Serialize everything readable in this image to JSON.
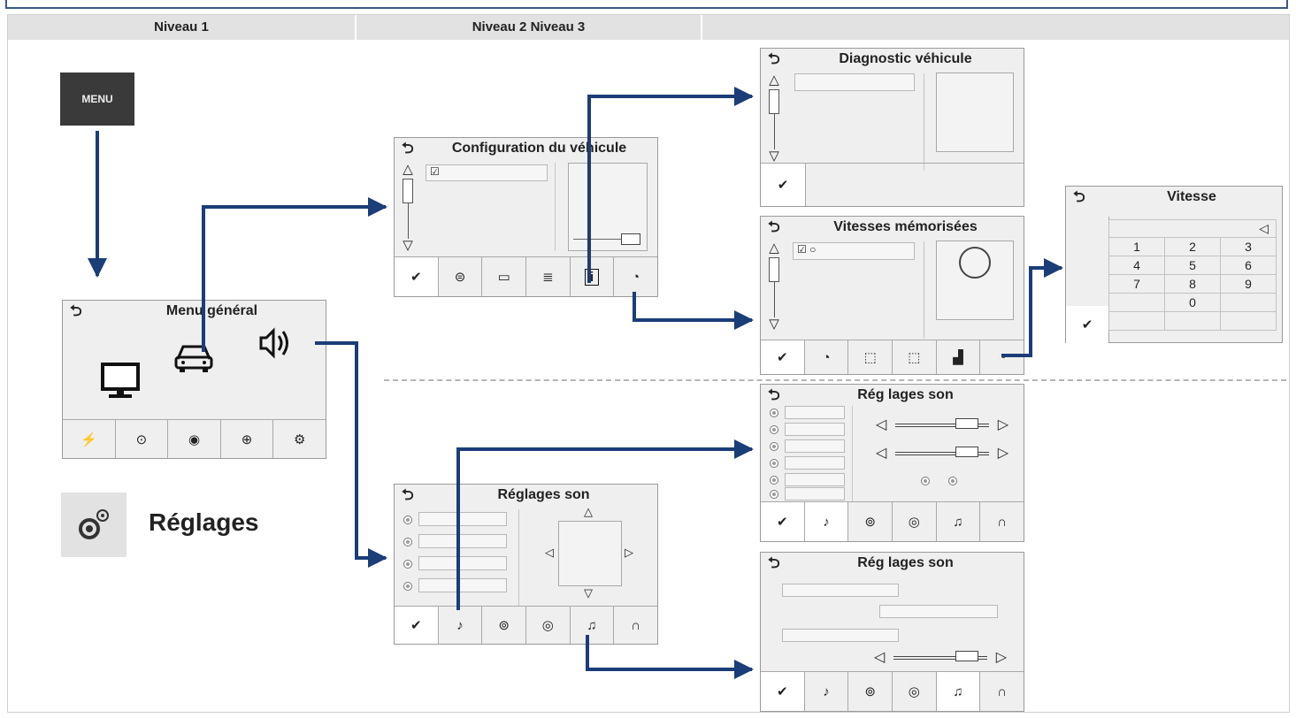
{
  "headers": {
    "level1": "Niveau 1",
    "level23": "Niveau 2 Niveau 3",
    "empty": ""
  },
  "menu_button": {
    "label": "MENU"
  },
  "reglages": {
    "label": "Réglages",
    "icon": "gears-icon"
  },
  "colors": {
    "arrow": "#1b3d78",
    "screen_bg": "#efefef",
    "header_bg": "#e2e2e2"
  },
  "screens": {
    "menu_general": {
      "title": "Menu général",
      "back": "⮌",
      "icons": [
        "monitor-icon",
        "car-icon",
        "speaker-icon"
      ],
      "tabs": [
        "bluetooth-phone-icon",
        "navigation-icon",
        "radio-icon",
        "connected-apps-icon",
        "settings-icon"
      ]
    },
    "config_vehicule": {
      "title": "Configuration du véhicule",
      "back": "⮌",
      "tabs": [
        "✔",
        "steering-wheel-icon",
        "battery-icon",
        "headlight-icon",
        "info-icon",
        "speedometer-icon"
      ]
    },
    "diagnostic": {
      "title": "Diagnostic véhicule",
      "back": "⮌",
      "confirm": "✔"
    },
    "vitesses_memorisees": {
      "title": "Vitesses mémorisées",
      "back": "⮌",
      "tabs": [
        "✔",
        "speed-limit-icon",
        "window-icon",
        "window-close-icon",
        "factory-icon",
        "speedometer-icon"
      ]
    },
    "vitesse": {
      "title": "Vitesse",
      "back": "⮌",
      "confirm": "✔",
      "delete": "◁",
      "keys": [
        "1",
        "2",
        "3",
        "4",
        "5",
        "6",
        "7",
        "8",
        "9",
        "0"
      ]
    },
    "reglages_son_1": {
      "title": "Réglages son",
      "back": "⮌",
      "tabs": [
        "✔",
        "ambiance-icon",
        "position-icon",
        "sound-wave-icon",
        "music-icon",
        "headphones-icon"
      ]
    },
    "reglages_son_2": {
      "title": "Rég lages son",
      "back": "⮌",
      "tabs": [
        "✔",
        "ambiance-icon",
        "position-icon",
        "sound-wave-icon",
        "music-icon",
        "headphones-icon"
      ]
    },
    "reglages_son_3": {
      "title": "Rég lages son",
      "back": "⮌",
      "tabs": [
        "✔",
        "ambiance-icon",
        "position-icon",
        "sound-wave-icon",
        "music-icon",
        "headphones-icon"
      ]
    }
  }
}
